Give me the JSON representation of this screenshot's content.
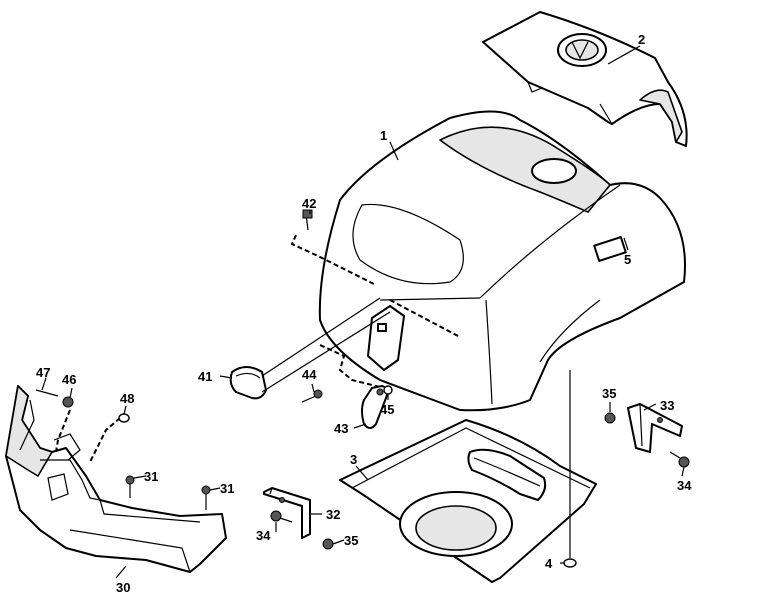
{
  "diagram": {
    "callouts": {
      "c1": "1",
      "c2": "2",
      "c3": "3",
      "c4": "4",
      "c5": "5",
      "c30": "30",
      "c31a": "31",
      "c31b": "31",
      "c32": "32",
      "c33": "33",
      "c34a": "34",
      "c34b": "34",
      "c35a": "35",
      "c35b": "35",
      "c41": "41",
      "c42": "42",
      "c43": "43",
      "c44": "44",
      "c45": "45",
      "c46": "46",
      "c47": "47",
      "c48": "48"
    }
  }
}
